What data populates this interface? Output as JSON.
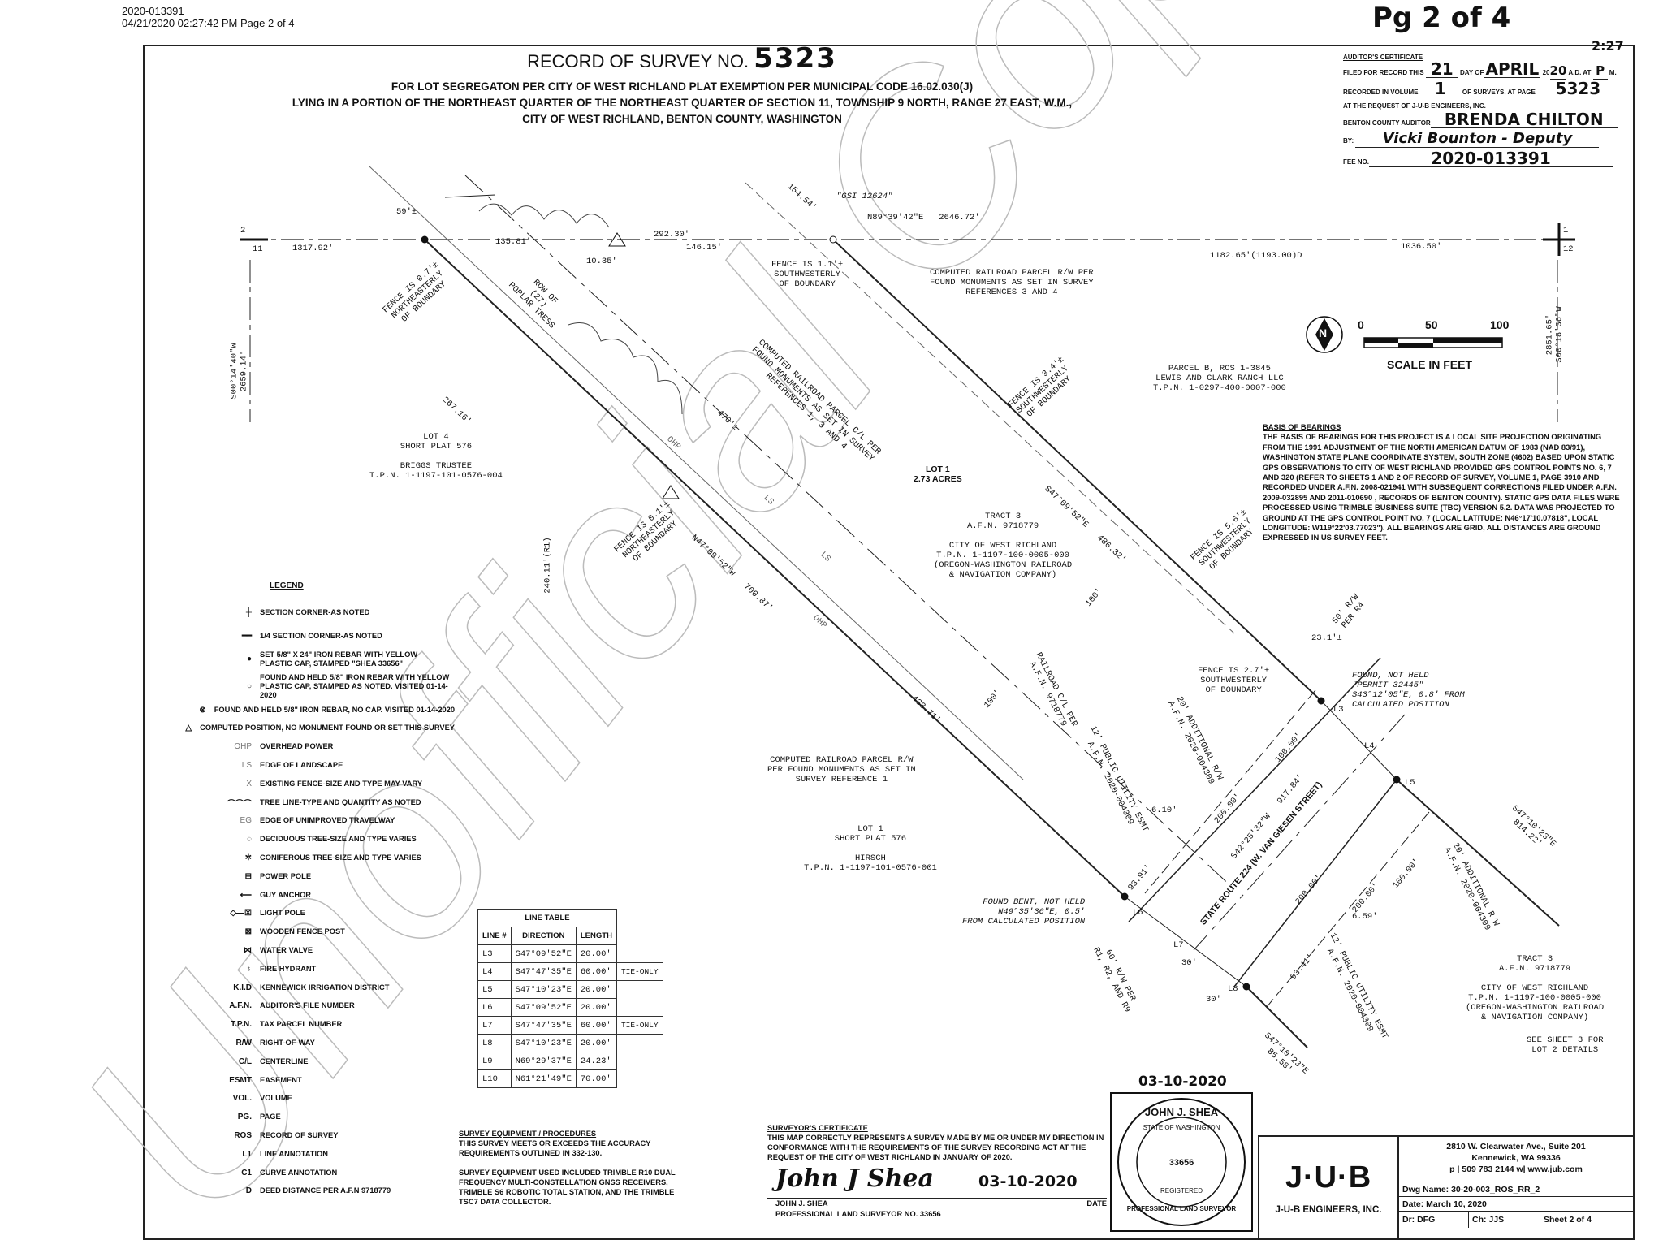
{
  "header": {
    "doc_number": "2020-013391",
    "printed": "04/21/2020 02:27:42 PM Page 2 of 4",
    "page_handwritten": "Pg 2 of 4"
  },
  "title": {
    "prefix": "RECORD OF SURVEY NO.",
    "number": "5323",
    "line1": "FOR LOT SEGREGATON PER CITY OF WEST RICHLAND PLAT EXEMPTION PER MUNICIPAL CODE 16.02.030(J)",
    "line2": "LYING IN A PORTION OF THE NORTHEAST QUARTER OF THE NORTHEAST QUARTER OF SECTION 11, TOWNSHIP 9 NORTH, RANGE 27 EAST, W.M.,",
    "line3": "CITY OF WEST RICHLAND, BENTON COUNTY, WASHINGTON"
  },
  "auditor": {
    "heading": "AUDITOR'S CERTIFICATE",
    "filed_label": "FILED FOR RECORD THIS",
    "day": "21",
    "day_of": "DAY OF",
    "month": "APRIL",
    "year_prefix": "20",
    "year": "20",
    "ad_at": "A.D. AT",
    "ampm": "P",
    "m": "M.",
    "time": "2:27",
    "volume_label": "RECORDED IN VOLUME",
    "volume": "1",
    "page_label": "OF SURVEYS, AT PAGE",
    "page": "5323",
    "request": "AT THE REQUEST OF J-U-B ENGINEERS, INC.",
    "county_label": "BENTON COUNTY AUDITOR",
    "auditor_name": "BRENDA CHILTON",
    "by_label": "BY:",
    "by": "Vicki Bounton - Deputy",
    "fee_label": "FEE NO.",
    "fee": "2020-013391"
  },
  "basis": {
    "heading": "BASIS OF BEARINGS",
    "text": "THE BASIS OF BEARINGS FOR THIS PROJECT IS A LOCAL SITE PROJECTION ORIGINATING FROM THE 1991 ADJUSTMENT OF THE NORTH AMERICAN DATUM OF 1983 (NAD 83/91), WASHINGTON STATE PLANE COORDINATE SYSTEM, SOUTH ZONE (4602) BASED UPON STATIC GPS OBSERVATIONS TO CITY OF WEST RICHLAND PROVIDED GPS CONTROL POINTS NO. 6, 7 AND 320 (REFER TO SHEETS 1 AND 2 OF RECORD OF SURVEY, VOLUME 1, PAGE 3910 AND RECORDED UNDER A.F.N. 2008-021941 WITH SUBSEQUENT CORRECTIONS FILED UNDER A.F.N. 2009-032895 AND 2011-010690 , RECORDS OF BENTON COUNTY). STATIC GPS DATA FILES WERE PROCESSED USING TRIMBLE BUSINESS SUITE (TBC) VERSION 5.2. DATA WAS PROJECTED TO GROUND AT THE GPS CONTROL POINT NO. 7 (LOCAL LATITUDE: N46°17'10.07818\", LOCAL LONGITUDE: W119°22'03.77023\"). ALL BEARINGS ARE GRID, ALL DISTANCES ARE GROUND EXPRESSED IN US SURVEY FEET."
  },
  "scale": {
    "label": "SCALE IN FEET",
    "ticks": [
      "0",
      "50",
      "100"
    ],
    "north": "N"
  },
  "legend": {
    "heading": "LEGEND",
    "items": [
      {
        "sym": "section-corner",
        "label": "SECTION CORNER-AS NOTED"
      },
      {
        "sym": "quarter-corner",
        "label": "1/4 SECTION CORNER-AS NOTED"
      },
      {
        "sym": "filled-circle",
        "label": "SET 5/8\" X 24\" IRON REBAR WITH YELLOW PLASTIC CAP, STAMPED \"SHEA 33656\""
      },
      {
        "sym": "open-circle",
        "label": "FOUND AND HELD 5/8\" IRON REBAR WITH YELLOW PLASTIC CAP, STAMPED AS NOTED. VISITED 01-14-2020"
      },
      {
        "sym": "x-circle",
        "label": "FOUND AND HELD 5/8\" IRON REBAR, NO CAP. VISITED 01-14-2020"
      },
      {
        "sym": "triangle",
        "label": "COMPUTED POSITION, NO MONUMENT FOUND OR SET THIS SURVEY"
      },
      {
        "sym": "OHP",
        "label": "OVERHEAD POWER"
      },
      {
        "sym": "LS",
        "label": "EDGE OF LANDSCAPE"
      },
      {
        "sym": "X",
        "label": "EXISTING FENCE-SIZE AND TYPE MAY VARY"
      },
      {
        "sym": "tree-line",
        "label": "TREE LINE-TYPE AND QUANTITY AS NOTED"
      },
      {
        "sym": "EG",
        "label": "EDGE OF UNIMPROVED TRAVELWAY"
      },
      {
        "sym": "deciduous",
        "label": "DECIDUOUS TREE-SIZE AND TYPE VARIES"
      },
      {
        "sym": "coniferous",
        "label": "CONIFEROUS TREE-SIZE AND TYPE VARIES"
      },
      {
        "sym": "power-pole",
        "label": "POWER POLE"
      },
      {
        "sym": "guy-anchor",
        "label": "GUY ANCHOR"
      },
      {
        "sym": "light-pole",
        "label": "LIGHT POLE"
      },
      {
        "sym": "fence-post",
        "label": "WOODEN FENCE POST"
      },
      {
        "sym": "water-valve",
        "label": "WATER VALVE"
      },
      {
        "sym": "fire-hydrant",
        "label": "FIRE HYDRANT"
      },
      {
        "sym": "K.I.D",
        "label": "KENNEWICK IRRIGATION DISTRICT"
      },
      {
        "sym": "A.F.N.",
        "label": "AUDITOR'S FILE NUMBER"
      },
      {
        "sym": "T.P.N.",
        "label": "TAX PARCEL NUMBER"
      },
      {
        "sym": "R/W",
        "label": "RIGHT-OF-WAY"
      },
      {
        "sym": "C/L",
        "label": "CENTERLINE"
      },
      {
        "sym": "ESMT",
        "label": "EASEMENT"
      },
      {
        "sym": "VOL.",
        "label": "VOLUME"
      },
      {
        "sym": "PG.",
        "label": "PAGE"
      },
      {
        "sym": "ROS",
        "label": "RECORD OF SURVEY"
      },
      {
        "sym": "L1",
        "label": "LINE ANNOTATION"
      },
      {
        "sym": "C1",
        "label": "CURVE ANNOTATION"
      },
      {
        "sym": "D",
        "label": "DEED DISTANCE PER A.F.N 9718779"
      }
    ]
  },
  "line_table": {
    "title": "LINE TABLE",
    "headers": [
      "LINE #",
      "DIRECTION",
      "LENGTH"
    ],
    "rows": [
      [
        "L3",
        "S47°09'52\"E",
        "20.00'",
        ""
      ],
      [
        "L4",
        "S47°47'35\"E",
        "60.00'",
        "TIE-ONLY"
      ],
      [
        "L5",
        "S47°10'23\"E",
        "20.00'",
        ""
      ],
      [
        "L6",
        "S47°09'52\"E",
        "20.00'",
        ""
      ],
      [
        "L7",
        "S47°47'35\"E",
        "60.00'",
        "TIE-ONLY"
      ],
      [
        "L8",
        "S47°10'23\"E",
        "20.00'",
        ""
      ],
      [
        "L9",
        "N69°29'37\"E",
        "24.23'",
        ""
      ],
      [
        "L10",
        "N61°21'49\"E",
        "70.00'",
        ""
      ]
    ]
  },
  "equipment": {
    "heading": "SURVEY EQUIPMENT / PROCEDURES",
    "p1": "THIS SURVEY MEETS OR EXCEEDS THE ACCURACY REQUIREMENTS OUTLINED IN 332-130.",
    "p2": "SURVEY EQUIPMENT USED INCLUDED TRIMBLE R10 DUAL FREQUENCY MULTI-CONSTELLATION GNSS RECEIVERS, TRIMBLE S6 ROBOTIC TOTAL STATION, AND THE TRIMBLE TSC7 DATA COLLECTOR."
  },
  "surveyor": {
    "heading": "SURVEYOR'S CERTIFICATE",
    "text": "THIS MAP CORRECTLY REPRESENTS A SURVEY MADE BY ME OR UNDER MY DIRECTION IN CONFORMANCE WITH THE REQUIREMENTS OF THE SURVEY RECORDING ACT AT THE REQUEST OF THE CITY OF WEST RICHLAND IN JANUARY OF 2020.",
    "name": "JOHN J. SHEA",
    "title": "PROFESSIONAL LAND SURVEYOR NO. 33656",
    "date_label": "DATE",
    "date": "03-10-2020",
    "signature": "John J Shea"
  },
  "seal": {
    "date": "03-10-2020",
    "name": "JOHN J. SHEA",
    "state": "STATE OF WASHINGTON",
    "number": "33656",
    "registered": "REGISTERED",
    "profession": "PROFESSIONAL LAND SURVEYOR"
  },
  "title_block": {
    "logo": "J·U·B",
    "company": "J-U-B ENGINEERS, INC.",
    "addr1": "2810 W. Clearwater Ave., Suite 201",
    "addr2": "Kennewick, WA 99336",
    "contact": "p | 509 783 2144   w| www.jub.com",
    "dwg": "Dwg Name:  30-20-003_ROS_RR_2",
    "date": "Date:  March 10, 2020",
    "dr": "Dr:  DFG",
    "ch": "Ch:  JJS",
    "sheet": "Sheet   2   of   4"
  },
  "watermark": "Unofficial Copy",
  "map": {
    "labels": [
      "1317.92'",
      "135.81'",
      "292.30'",
      "146.15'",
      "10.35'",
      "59'±",
      "154.54'",
      "\"GSI 12624\"",
      "N89°39'42\"E   2646.72'",
      "1182.65'(1193.00)D",
      "1036.50'",
      "FENCE IS 1.1'±\nSOUTHWESTERLY\nOF BOUNDARY",
      "COMPUTED RAILROAD PARCEL R/W PER\nFOUND MONUMENTS AS SET IN SURVEY\nREFERENCES 3 AND 4",
      "FENCE IS 0.7'±\nNORTHEASTERLY\nOF BOUNDARY",
      "ROW OF\n(27)\nPOPLAR TRESS",
      "S00°14'40\"W\n2659.14'",
      "267.16'",
      "COMPUTED RAILROAD PARCEL C/L PER\nFOUND MONUMENTS AS SET IN SURVEY\nREFERENCES 1, 3 AND 4",
      "470'±",
      "LOT 4\nSHORT PLAT 576\n\nBRIGGS TRUSTEE\nT.P.N. 1-1197-101-0576-004",
      "LOT 1\n2.73 ACRES",
      "PARCEL B, ROS 1-3845\nLEWIS AND CLARK RANCH LLC\nT.P.N. 1-0297-400-0007-000",
      "FENCE IS 3.4'±\nSOUTHWESTERLY\nOF BOUNDARY",
      "S47°09'52\"E   486.32'",
      "TRACT 3\nA.F.N. 9718779\n\nCITY OF WEST RICHLAND\nT.P.N. 1-1197-100-0005-000\n(OREGON-WASHINGTON RAILROAD\n& NAVIGATION COMPANY)",
      "FENCE IS 5.6'±\nSOUTHWESTERLY\nOF BOUNDARY",
      "FENCE IS 0.1'±\nNORTHEASTERLY\nOF BOUNDARY",
      "240.11'(R1)",
      "N47°09'52\"W   700.87'",
      "FENCE IS 2.7'±\nSOUTHWESTERLY\nOF BOUNDARY",
      "50' R/W\nPER R4",
      "FOUND, NOT HELD\n\"PERMIT 32445\"\nS43°12'05\"E, 0.8' FROM\nCALCULATED POSITION",
      "RAILROAD C/L PER\nA.F.N. 9718779",
      "20' ADDITIONAL R/W\nA.F.N. 2020-004309",
      "12' PUBLIC UTILITY ESMT\nA.F.N. 2020-004309",
      "433.71'",
      "COMPUTED RAILROAD PARCEL R/W\nPER FOUND MONUMENTS AS SET IN\nSURVEY REFERENCE 1",
      "LOT 1\nSHORT PLAT 576\n\nHIRSCH\nT.P.N. 1-1197-101-0576-001",
      "STATE ROUTE 224 (W. VAN GIESEN STREET)",
      "S42°25'32\"W   917.84'",
      "FOUND BENT, NOT HELD\nN49°35'36\"E, 0.5'\nFROM CALCULATED POSITION",
      "60' R/W PER\nR1, R2, AND R9",
      "S47°10'23\"E\n814.22'",
      "20' ADDITIONAL R/W\nA.F.N. 2020-004309",
      "TRACT 3\nA.F.N. 9718779\n\nCITY OF WEST RICHLAND\nT.P.N. 1-1197-100-0005-000\n(OREGON-WASHINGTON RAILROAD\n& NAVIGATION COMPANY)",
      "SEE SHEET 3 FOR\nLOT 2 DETAILS",
      "12' PUBLIC UTILITY ESMT\nA.F.N. 2020-004309",
      "S47°10'23\"E\n85.58'",
      "2851.65'\nS00°18'36\"W",
      "6.59'",
      "6.10'",
      "93.91'",
      "23.1'±",
      "100.00'",
      "200.00'",
      "200.00'",
      "100'",
      "100'",
      "30'",
      "30'",
      "L3",
      "L4",
      "L5",
      "L6",
      "L7",
      "L8",
      "2",
      "11",
      "1",
      "12",
      "OHP",
      "OHP",
      "LS",
      "LS",
      "100.00'",
      "200.00'",
      "93.41'"
    ]
  }
}
